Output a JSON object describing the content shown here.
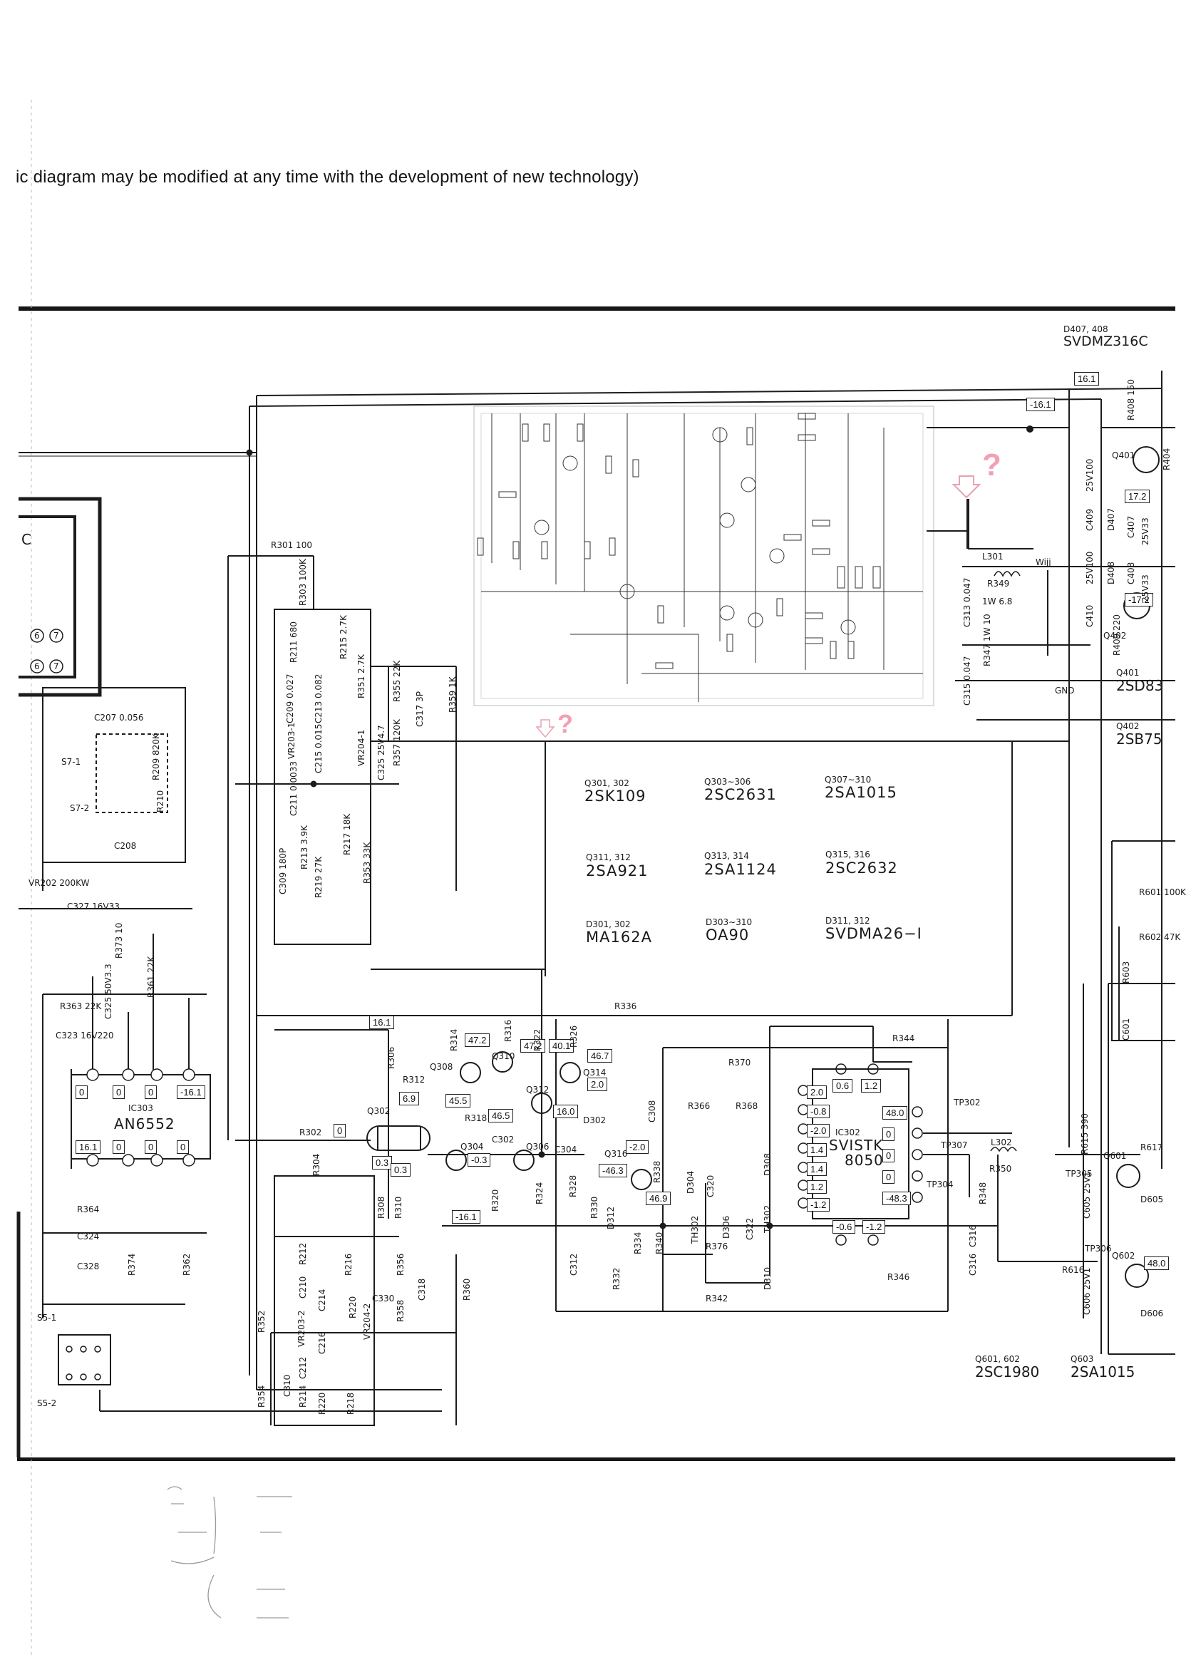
{
  "header": {
    "note": "ic diagram may be modified at any time with the development of new technology)"
  },
  "transistor_table": [
    {
      "refs": "Q301, 302",
      "part": "2SK109"
    },
    {
      "refs": "Q303∼306",
      "part": "2SC2631"
    },
    {
      "refs": "Q307∼310",
      "part": "2SA1015"
    },
    {
      "refs": "Q311, 312",
      "part": "2SA921"
    },
    {
      "refs": "Q313, 314",
      "part": "2SA1124"
    },
    {
      "refs": "Q315, 316",
      "part": "2SC2632"
    },
    {
      "refs": "D301, 302",
      "part": "MA162A"
    },
    {
      "refs": "D303∼310",
      "part": "OA90"
    },
    {
      "refs": "D311, 312",
      "part": "SVDMA26−I"
    }
  ],
  "right_parts": {
    "d407_refs": "D407, 408",
    "d407_part": "SVDMZ316C",
    "q401_refs": "Q401",
    "q401_part": "2SD83",
    "q402_refs": "Q402",
    "q402_part": "2SB75",
    "q601_refs": "Q601, 602",
    "q601_part": "2SC1980",
    "q603_refs": "Q603",
    "q603_part": "2SA1015"
  },
  "ics": {
    "ic303_ref": "IC303",
    "ic303_name": "AN6552",
    "ic302_ref": "IC302",
    "ic302_name": "SVISTK",
    "ic302_num": "8050"
  },
  "voltages": {
    "v16_1_top": "16.1",
    "v_16_1_box": "-16.1",
    "v16_1_mid": "16.1",
    "ic303_pins_top": [
      "0",
      "0",
      "0",
      "-16.1"
    ],
    "ic303_pins_bot": [
      "16.1",
      "0",
      "0",
      "0"
    ],
    "v69": "6.9",
    "v0": "0",
    "v455": "45.5",
    "v472a": "47.2",
    "v472b": "47.2",
    "v465": "46.5",
    "v401": "40.1",
    "v467": "46.7",
    "v20a": "2.0",
    "v160": "16.0",
    "v03a": "0.3",
    "v03b": "0.3",
    "v_03": "-0.3",
    "v_161b": "-16.1",
    "v_463": "-46.3",
    "v_20": "-2.0",
    "v469": "46.9",
    "ic302_left": [
      "2.0",
      "-0.8",
      "-2.0",
      "1.4",
      "1.4",
      "1.2",
      "-1.2"
    ],
    "ic302_top": [
      "0.6",
      "1.2"
    ],
    "ic302_right": [
      "48.0",
      "0",
      "0",
      "0",
      "-48.3"
    ],
    "ic302_bot": [
      "-0.6",
      "-1.2"
    ],
    "v172": "17.2",
    "v_172": "-17.2",
    "v480": "48.0"
  },
  "components": {
    "r301": "R301 100",
    "r303": "R303 100K",
    "c207": "C207 0.056",
    "vr202": "VR202 200KW",
    "c327": "C327 16V33",
    "r373": "R373 10",
    "r363": "R363 22K",
    "c323": "C323 16V220",
    "c325": "C325 50V3.3",
    "r361": "R361 22K",
    "r364": "R364",
    "c324": "C324",
    "c328": "C328",
    "r374": "R374",
    "r362": "R362",
    "s7_1": "S7-1",
    "s7_2": "S7-2",
    "s5_1": "S5-1",
    "s5_2": "S5-2",
    "c208": "C208",
    "r209": "R209 820K",
    "r210": "R210",
    "r336": "R336",
    "r344": "R344",
    "r370": "R370",
    "r366": "R366",
    "r368": "R368",
    "r342": "R342",
    "r346": "R346",
    "tp302": "TP302",
    "tp307": "TP307",
    "tp304": "TP304",
    "l302": "L302",
    "r350": "R350",
    "l301": "L301",
    "r349": "R349",
    "r349_val": "1W 6.8",
    "gnd": "GND",
    "tp305": "TP305",
    "tp306": "TP306",
    "r616": "R616",
    "r617": "R617",
    "d605": "D605",
    "d606": "D606",
    "r601": "R601 100K",
    "r602": "R602 47K",
    "r603": "R603",
    "c601": "C601",
    "q401": "Q401",
    "q402": "Q402",
    "r408": "R408 150",
    "r404": "R404",
    "c409": "C409",
    "c410": "C410",
    "v25v100a": "25V100",
    "v25v100b": "25V100",
    "d407": "D407",
    "d408": "D408",
    "r409": "R409 220",
    "c407": "C407",
    "c408": "C408",
    "v25v33a": "25V33",
    "v25v33b": "25V33",
    "q302": "Q302",
    "q304": "Q304",
    "q306": "Q306",
    "q308": "Q308",
    "q310": "Q310",
    "q312": "Q312",
    "q314": "Q314",
    "q316": "Q316",
    "r302": "R302",
    "r304": "R304",
    "r306": "R306",
    "r308": "R308",
    "r310": "R310",
    "r312": "R312",
    "r314": "R314",
    "r316": "R316",
    "r318": "R318",
    "r320": "R320",
    "r322": "R322",
    "r324": "R324",
    "r326": "R326",
    "r328": "R328",
    "r330": "R330",
    "r332": "R332",
    "r334": "R334",
    "r338": "R338",
    "r340": "R340",
    "r376": "R376",
    "d302": "D302",
    "d304": "D304",
    "d306": "D306",
    "d308": "D308",
    "d310": "D310",
    "d312": "D312",
    "c302": "C302",
    "c304": "C304",
    "c308": "C308",
    "c312": "C312",
    "c316a": "C316",
    "c316b": "C316",
    "c320": "C320",
    "c322": "C322",
    "th302a": "TH302",
    "th302b": "TH302",
    "r348": "R348",
    "c605": "C605 25V1",
    "c606": "C606 25V1",
    "r615": "R615 390",
    "q601": "Q601",
    "q602": "Q602",
    "r211": "R211 680",
    "r215": "R215 2.7K",
    "r351": "R351 2.7K",
    "c209": "C209 0.027",
    "c213": "C213 0.082",
    "vr203_1": "VR203-1",
    "c211": "C211 0.0033",
    "c215": "C215 0.015",
    "vr204_1": "VR204-1",
    "c325b": "C325 25V4.7",
    "r355": "R355 22K",
    "r357": "R357 120K",
    "c317": "C317 3P",
    "r359": "R359 1K",
    "c309": "C309 180P",
    "r213": "R213 3.9K",
    "r219": "R219 27K",
    "r217": "R217 18K",
    "r353": "R353 33K",
    "c313": "C313 0.047",
    "c315": "C315 0.047",
    "r347": "R347 1W 10",
    "r352": "R352",
    "r354": "R354",
    "c310": "C310",
    "r212": "R212",
    "r214": "R214",
    "c210": "C210",
    "c212": "C212",
    "vr203_2": "VR203-2",
    "c214": "C214",
    "c216": "C216",
    "r216": "R216",
    "r220a": "R220",
    "r220b": "R220",
    "r218": "R218",
    "vr204_2": "VR204-2",
    "r356": "R356",
    "r358": "R358",
    "c318": "C318",
    "r360": "R360",
    "c330": "C330",
    "wijj": "Wijj",
    "vc": "C",
    "pin6": "6",
    "pin7": "7"
  },
  "question_mark": "?",
  "colors": {
    "ink": "#1a1a1a",
    "question": "#f2a0b4",
    "paper": "#ffffff"
  }
}
